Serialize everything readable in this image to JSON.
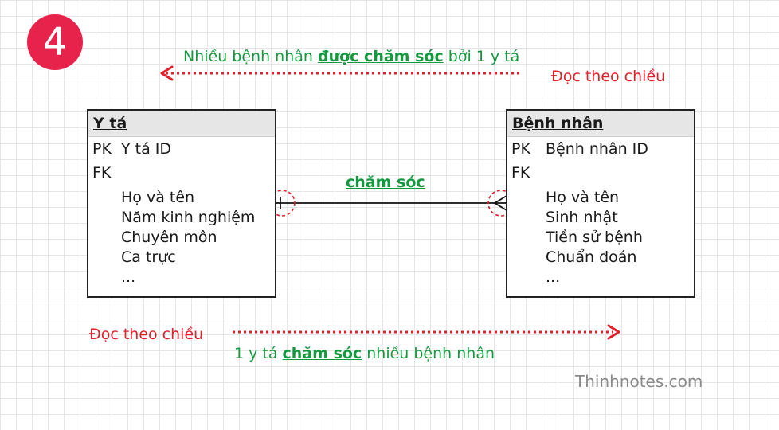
{
  "badge": {
    "number": "4"
  },
  "top_caption": {
    "prefix": "Nhiều bệnh nhân ",
    "emph": "được chăm sóc",
    "suffix": " bởi 1 y tá"
  },
  "read_direction_top": "Đọc theo chiều",
  "read_direction_bottom": "Đọc theo chiều",
  "bottom_caption": {
    "prefix": "1 y tá ",
    "emph": "chăm sóc",
    "suffix": " nhiều bệnh nhân"
  },
  "entities": [
    {
      "title": "Y tá",
      "pk_label": "PK",
      "pk_field": "Y tá ID",
      "fk_label": "FK",
      "attributes": [
        "Họ và tên",
        "Năm kinh nghiệm",
        "Chuyên môn",
        "Ca trực",
        "..."
      ]
    },
    {
      "title": "Bệnh nhân",
      "pk_label": "PK",
      "pk_field": "Bệnh nhân ID",
      "fk_label": "FK",
      "attributes": [
        "Họ và tên",
        "Sinh nhật",
        "Tiền sử bệnh",
        "Chuẩn đoán",
        "..."
      ]
    }
  ],
  "relationship": {
    "label": "chăm sóc",
    "from_cardinality": "one",
    "to_cardinality": "many"
  },
  "watermark": "Thinhnotes.com",
  "colors": {
    "badge": "#e8234b",
    "green_text": "#139a3f",
    "red_text": "#e0202a",
    "arrow": "#e0202a",
    "grid": "#e6e6e6"
  }
}
